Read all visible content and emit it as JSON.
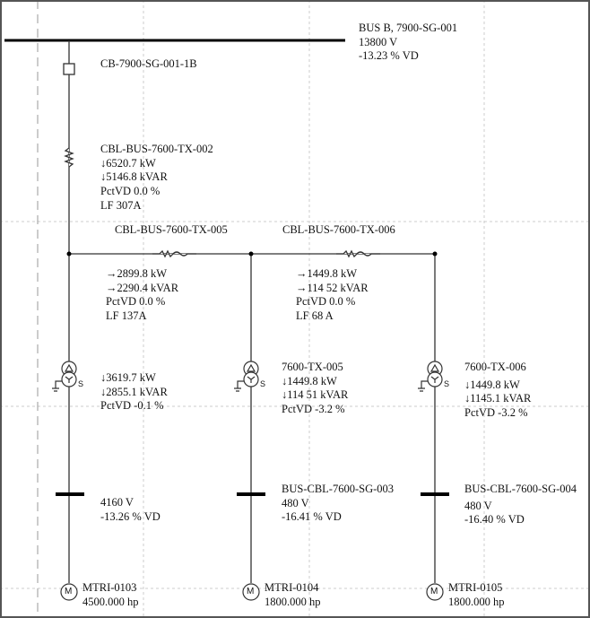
{
  "bus_b": {
    "name": "BUS B, 7900-SG-001",
    "voltage": "13800 V",
    "vd": "-13.23 % VD"
  },
  "breaker": {
    "name": "CB-7900-SG-001-1B"
  },
  "cable_main": {
    "name": "CBL-BUS-7600-TX-002",
    "kw": "↓6520.7 kW",
    "kvar": "↓5146.8 kVAR",
    "pctvd": "PctVD 0.0 %",
    "lf": "LF 307A"
  },
  "cable_tx005": {
    "name": "CBL-BUS-7600-TX-005",
    "kw": "→2899.8 kW",
    "kvar": "→2290.4 kVAR",
    "pctvd": "PctVD 0.0 %",
    "lf": "LF 137A"
  },
  "cable_tx006": {
    "name": "CBL-BUS-7600-TX-006",
    "kw": "→1449.8 kW",
    "kvar": "→114 52 kVAR",
    "pctvd": "PctVD 0.0 %",
    "lf": "LF 68 A"
  },
  "tx1": {
    "kw": "↓3619.7 kW",
    "kvar": "↓2855.1 kVAR",
    "pctvd": "PctVD -0.1 %",
    "s": "S"
  },
  "tx2": {
    "name": "7600-TX-005",
    "kw": "↓1449.8 kW",
    "kvar": "↓114 51 kVAR",
    "pctvd": "PctVD -3.2 %",
    "s": "S"
  },
  "tx3": {
    "name": "7600-TX-006",
    "kw": "↓1449.8 kW",
    "kvar": "↓1145.1 kVAR",
    "pctvd": "PctVD -3.2 %",
    "s": "S"
  },
  "bus1": {
    "voltage": "4160 V",
    "vd": "-13.26 % VD"
  },
  "bus2": {
    "name": "BUS-CBL-7600-SG-003",
    "voltage": "480 V",
    "vd": "-16.41 % VD"
  },
  "bus3": {
    "name": "BUS-CBL-7600-SG-004",
    "voltage": "480 V",
    "vd": "-16.40 % VD"
  },
  "motor1": {
    "name": "MTRI-0103",
    "hp": "4500.000 hp",
    "symbol": "M"
  },
  "motor2": {
    "name": "MTRI-0104",
    "hp": "1800.000 hp",
    "symbol": "M"
  },
  "motor3": {
    "name": "MTRI-0105",
    "hp": "1800.000 hp",
    "symbol": "M"
  }
}
